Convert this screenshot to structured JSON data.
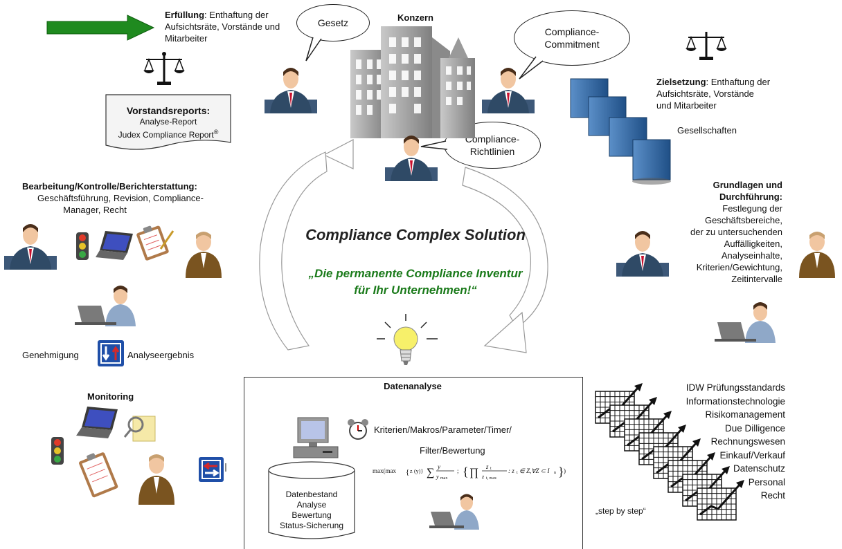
{
  "header": {
    "erfuellung_bold": "Erfüllung",
    "erfuellung_text": ": Enthaftung der Aufsichtsräte, Vorstände und Mitarbeiter",
    "konzern": "Konzern"
  },
  "bubbles": {
    "gesetz": "Gesetz",
    "commitment_1": "Compliance-",
    "commitment_2": "Commitment",
    "richtlinien_1": "Compliance-",
    "richtlinien_2": "Richtlinien"
  },
  "reports": {
    "title": "Vorstandsreports:",
    "line1": "Analyse-Report",
    "line2": "Judex Compliance Report",
    "line2_mark": "®"
  },
  "bearbeitung": {
    "title": "Bearbeitung/Kontrolle/Berichterstattung:",
    "line1": "Geschäftsführung, Revision, Compliance-",
    "line2": "Manager, Recht"
  },
  "approval": {
    "genehmigung": "Genehmigung",
    "analyseergebnis": "Analyseergebnis"
  },
  "monitoring": {
    "title": "Monitoring"
  },
  "center": {
    "title": "Compliance Complex Solution",
    "slogan1": "„Die permanente Compliance Inventur",
    "slogan2": "für Ihr Unternehmen!“"
  },
  "zielsetzung": {
    "bold": "Zielsetzung",
    "text1": ": Enthaftung der",
    "text2": "Aufsichtsräte, Vorstände",
    "text3": "und Mitarbeiter"
  },
  "gesellschaften": "Gesellschaften",
  "grundlagen": {
    "title1": "Grundlagen und",
    "title2": "Durchführung:",
    "lines": [
      "Festlegung der",
      "Geschäftsbereiche,",
      "der zu untersuchenden",
      "Auffälligkeiten,",
      "Analyseinhalte,",
      "Kriterien/Gewichtung,",
      "Zeitintervalle"
    ]
  },
  "datenanalyse": {
    "title": "Datenanalyse",
    "criteria1": "Kriterien/Makros/Parameter/Timer/",
    "criteria2": "Filter/Bewertung",
    "db_lines": [
      "Datenbestand",
      "Analyse",
      "Bewertung",
      "Status-Sicherung"
    ]
  },
  "standards": {
    "items": [
      "IDW Prüfungsstandards",
      "Informationstechnologie",
      "Risikomanagement",
      "Due Dilligence",
      "Rechnungswesen",
      "Einkauf/Verkauf",
      "Datenschutz",
      "Personal",
      "Recht"
    ],
    "step": "„step by step“"
  },
  "colors": {
    "green_arrow": "#1f8a1f",
    "slogan": "#1a7a1a",
    "building": "#9a9a9a",
    "suit": "#2f4a66",
    "tie": "#c8102e"
  }
}
